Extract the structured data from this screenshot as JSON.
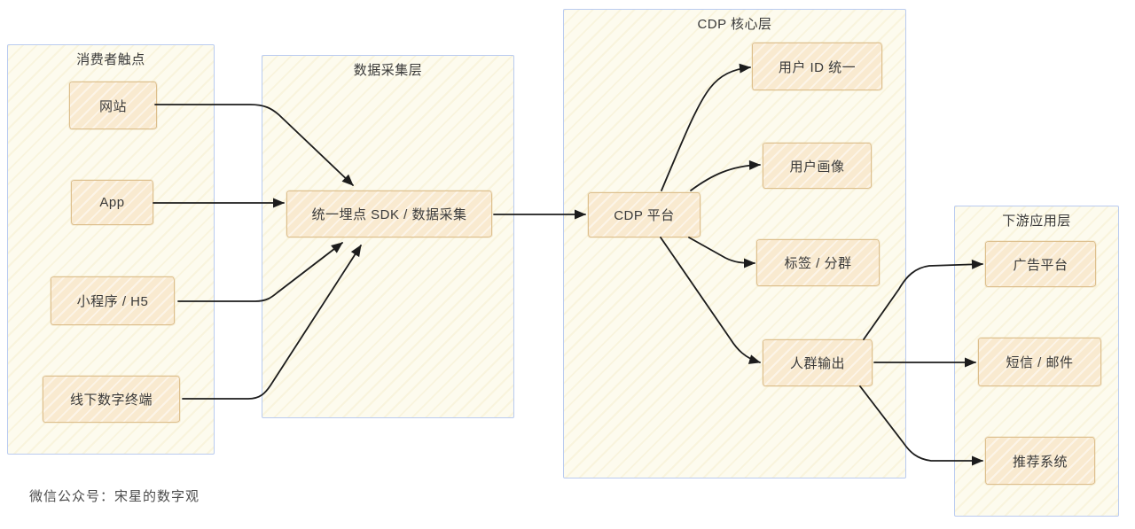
{
  "diagram": {
    "containers": [
      {
        "id": "touchpoints",
        "title": "消费者触点",
        "nodes": [
          {
            "id": "web",
            "label": "网站"
          },
          {
            "id": "app",
            "label": "App"
          },
          {
            "id": "mini",
            "label": "小程序 / H5"
          },
          {
            "id": "offline",
            "label": "线下数字终端"
          }
        ]
      },
      {
        "id": "collection",
        "title": "数据采集层",
        "nodes": [
          {
            "id": "sdk",
            "label": "统一埋点 SDK / 数据采集"
          }
        ]
      },
      {
        "id": "core",
        "title": "CDP 核心层",
        "nodes": [
          {
            "id": "cdp",
            "label": "CDP 平台"
          },
          {
            "id": "uid",
            "label": "用户 ID 统一"
          },
          {
            "id": "profile",
            "label": "用户画像"
          },
          {
            "id": "tags",
            "label": "标签 / 分群"
          },
          {
            "id": "audience",
            "label": "人群输出"
          }
        ]
      },
      {
        "id": "downstream",
        "title": "下游应用层",
        "nodes": [
          {
            "id": "ads",
            "label": "广告平台"
          },
          {
            "id": "sms",
            "label": "短信 / 邮件"
          },
          {
            "id": "rec",
            "label": "推荐系统"
          }
        ]
      }
    ],
    "edges": [
      {
        "from": "web",
        "to": "sdk"
      },
      {
        "from": "app",
        "to": "sdk"
      },
      {
        "from": "mini",
        "to": "sdk"
      },
      {
        "from": "offline",
        "to": "sdk"
      },
      {
        "from": "sdk",
        "to": "cdp"
      },
      {
        "from": "cdp",
        "to": "uid"
      },
      {
        "from": "cdp",
        "to": "profile"
      },
      {
        "from": "cdp",
        "to": "tags"
      },
      {
        "from": "cdp",
        "to": "audience"
      },
      {
        "from": "audience",
        "to": "ads"
      },
      {
        "from": "audience",
        "to": "sms"
      },
      {
        "from": "audience",
        "to": "rec"
      }
    ],
    "footer": "微信公众号：宋星的数字观",
    "colors": {
      "node_fill": "#f9ead0",
      "node_border": "#ddbf8d",
      "container_border": "#b9cbf0",
      "container_fill": "#fdfbee",
      "arrow": "#1c1c1c",
      "text": "#3a3a3a"
    }
  }
}
